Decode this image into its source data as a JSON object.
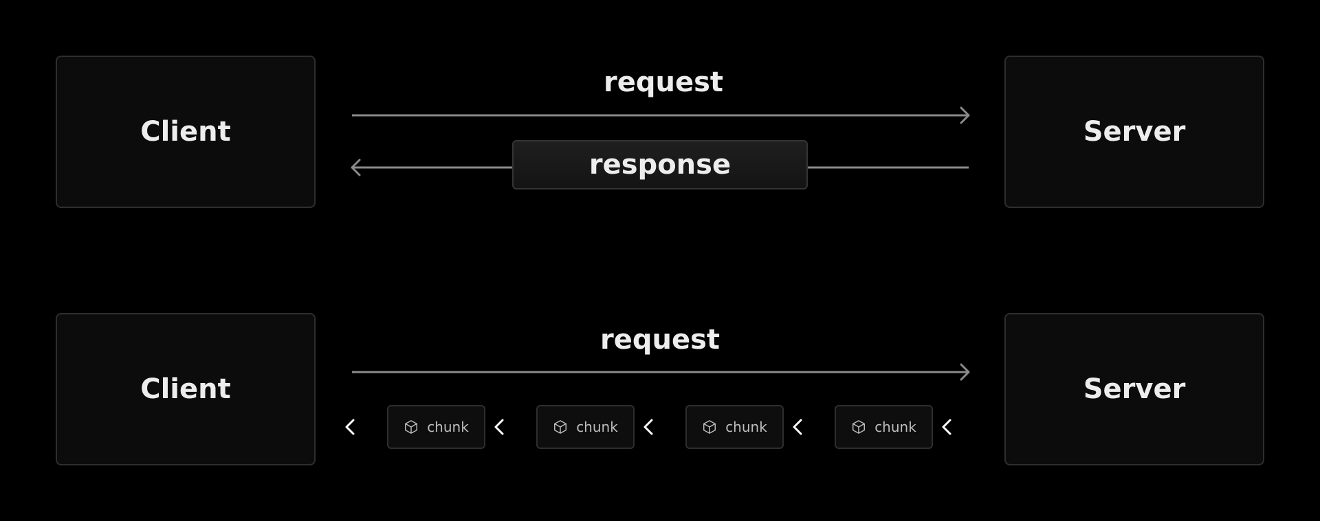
{
  "top": {
    "client_label": "Client",
    "server_label": "Server",
    "request_label": "request",
    "response_label": "response"
  },
  "bottom": {
    "client_label": "Client",
    "server_label": "Server",
    "request_label": "request",
    "chunks": [
      {
        "label": "chunk",
        "icon": "cube-icon"
      },
      {
        "label": "chunk",
        "icon": "cube-icon"
      },
      {
        "label": "chunk",
        "icon": "cube-icon"
      },
      {
        "label": "chunk",
        "icon": "cube-icon"
      }
    ]
  },
  "colors": {
    "background": "#000000",
    "box_fill": "#0c0c0c",
    "box_border": "#2e2e2e",
    "text": "#ededed",
    "arrow": "#8a8a8a"
  }
}
